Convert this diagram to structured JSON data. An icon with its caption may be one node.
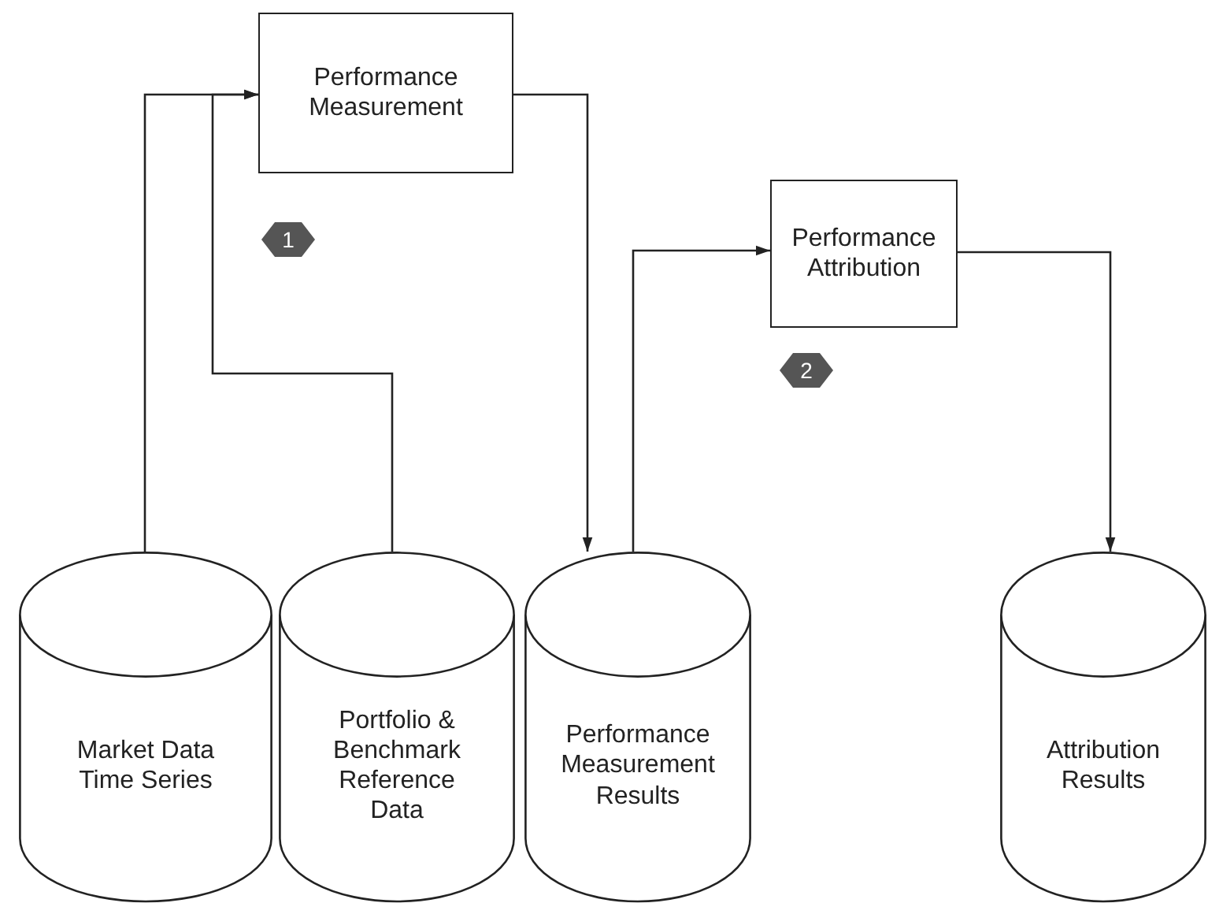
{
  "diagram": {
    "nodes": [
      {
        "text": [
          "Performance Measurement"
        ]
      },
      {
        "text": [
          "Performance Attribution"
        ]
      },
      {
        "text": [
          "Market Data Time Series"
        ]
      },
      {
        "text": [
          "Portfolio & Benchmark Reference Data"
        ]
      },
      {
        "text": [
          "Performance Measurement Results"
        ]
      },
      {
        "text": [
          "Attribution Results"
        ]
      }
    ],
    "edges": [
      {
        "from": 2,
        "to": 0,
        "arrow": "to"
      },
      {
        "from": 3,
        "to": 0,
        "arrow": "to"
      },
      {
        "from": 0,
        "to": 4,
        "arrow": "to"
      },
      {
        "from": 4,
        "to": 1,
        "arrow": "to"
      },
      {
        "from": 1,
        "to": 5,
        "arrow": "to"
      }
    ],
    "labels": [
      "1",
      "2"
    ]
  }
}
